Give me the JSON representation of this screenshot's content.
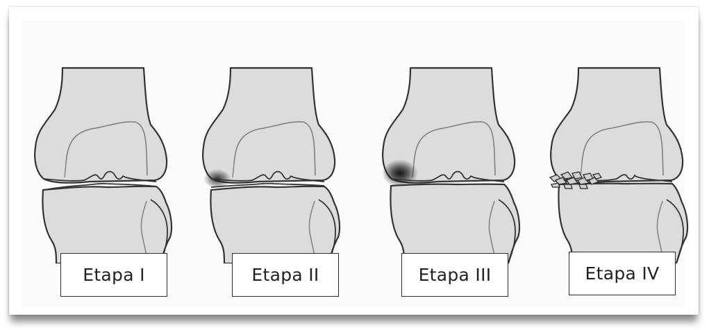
{
  "stages": [
    {
      "label": "Etapa I"
    },
    {
      "label": "Etapa II"
    },
    {
      "label": "Etapa III"
    },
    {
      "label": "Etapa IV"
    }
  ],
  "colors": {
    "bone_fill": "#dcdcdc",
    "bone_outline": "#333333",
    "inner_line": "#808080",
    "lesion": "#1e1e1e",
    "background": "#fbfbfb",
    "label_border": "#2a2a2a"
  }
}
